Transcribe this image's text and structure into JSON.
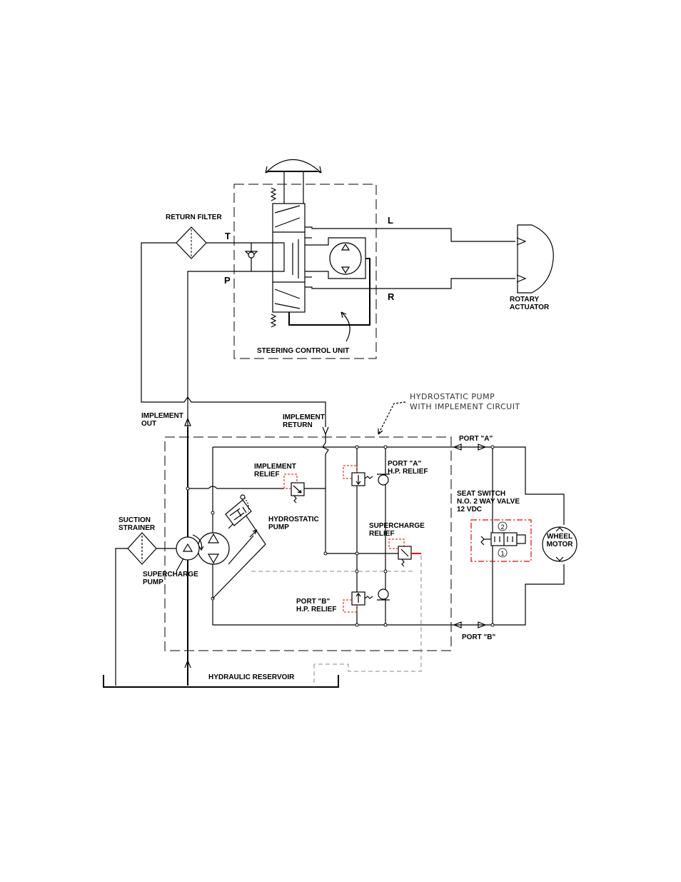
{
  "labels": {
    "return_filter": "RETURN FILTER",
    "port_t": "T",
    "port_p": "P",
    "port_l": "L",
    "port_r": "R",
    "rotary_actuator_1": "ROTARY",
    "rotary_actuator_2": "ACTUATOR",
    "steering_control_unit": "STEERING CONTROL UNIT",
    "hydrostatic_pump_note_1": "HYDROSTATIC  PUMP",
    "hydrostatic_pump_note_2": "WITH  IMPLEMENT  CIRCUIT",
    "implement_out_1": "IMPLEMENT",
    "implement_out_2": "OUT",
    "implement_return_1": "IMPLEMENT",
    "implement_return_2": "RETURN",
    "port_a": "PORT \"A\"",
    "implement_relief_1": "IMPLEMENT",
    "implement_relief_2": "RELIEF",
    "port_a_relief_1": "PORT \"A\"",
    "port_a_relief_2": "H.P. RELIEF",
    "seat_switch_1": "SEAT SWITCH",
    "seat_switch_2": "N.O. 2 WAY VALVE",
    "seat_switch_3": "12 VDC",
    "suction_strainer_1": "SUCTION",
    "suction_strainer_2": "STRAINER",
    "hydrostatic_pump_1": "HYDROSTATIC",
    "hydrostatic_pump_2": "PUMP",
    "supercharge_relief_1": "SUPERCHARGE",
    "supercharge_relief_2": "RELIEF",
    "wheel_motor_1": "WHEEL",
    "wheel_motor_2": "MOTOR",
    "supercharge_pump_1": "SUPERCHARGE",
    "supercharge_pump_2": "PUMP",
    "port_b_relief_1": "PORT \"B\"",
    "port_b_relief_2": "H.P. RELIEF",
    "port_b": "PORT \"B\"",
    "hydraulic_reservoir": "HYDRAULIC RESERVOIR",
    "valve_pos_2": "2",
    "valve_pos_1": "1"
  },
  "colors": {
    "line": "#000000",
    "seat_switch_accent": "#e00000",
    "pilot_line": "#888888"
  }
}
